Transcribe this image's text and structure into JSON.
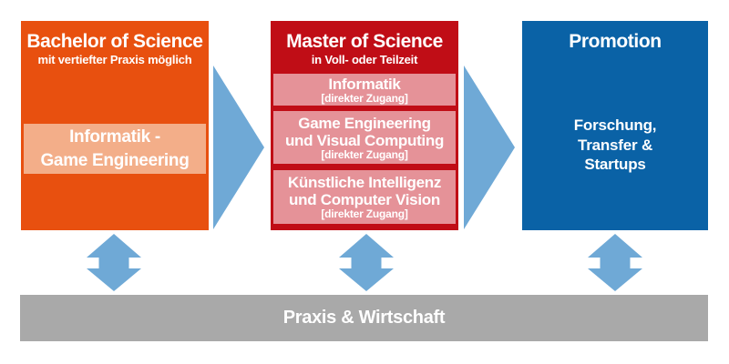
{
  "colors": {
    "orange": "#E8500F",
    "orange_light": "#F3AE89",
    "red": "#C00D16",
    "pink": "#E59298",
    "blue": "#0A62A6",
    "arrow": "#6FA9D6",
    "gray": "#A9A9A9",
    "text": "#FFFFFF"
  },
  "bachelor": {
    "title": "Bachelor of Science",
    "subtitle": "mit vertiefter Praxis möglich",
    "program": {
      "line1": "Informatik -",
      "line2": "Game Engineering"
    }
  },
  "master": {
    "title": "Master of Science",
    "subtitle": "in Voll- oder Teilzeit",
    "programs": [
      {
        "line1": "Informatik",
        "note": "[direkter Zugang]"
      },
      {
        "line1": "Game Engineering",
        "line2": "und Visual Computing",
        "note": "[direkter Zugang]"
      },
      {
        "line1": "Künstliche Intelligenz",
        "line2": "und Computer Vision",
        "note": "[direkter Zugang]"
      }
    ]
  },
  "promotion": {
    "title": "Promotion",
    "body": {
      "line1": "Forschung,",
      "line2": "Transfer &",
      "line3": "Startups"
    }
  },
  "practice_bar": {
    "label": "Praxis & Wirtschaft"
  }
}
